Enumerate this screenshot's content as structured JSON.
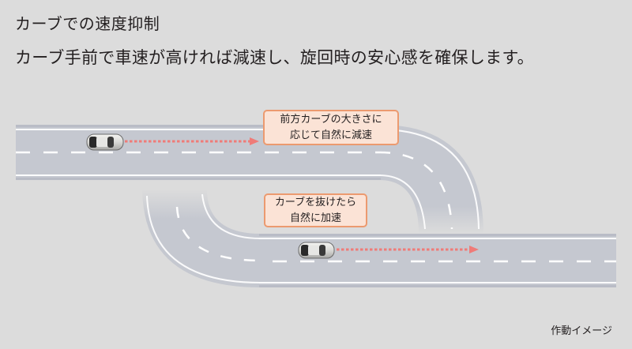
{
  "header": {
    "title": "カーブでの速度抑制",
    "subtitle": "カーブ手前で車速が高ければ減速し、旋回時の安心感を確保します。"
  },
  "diagram": {
    "callouts": [
      {
        "line1": "前方カーブの大きさに",
        "line2": "応じて自然に減速"
      },
      {
        "line1": "カーブを抜けたら",
        "line2": "自然に加速"
      }
    ],
    "icons": [
      "car-icon",
      "car-icon",
      "dotted-arrow-icon",
      "dotted-arrow-icon"
    ],
    "colors": {
      "background": "#dcdcdc",
      "road": "#c5c8d0",
      "road_edge": "#b7bbc5",
      "lane_line": "#ffffff",
      "arrow": "#ef7b78",
      "callout_fill": "#fbe3d6",
      "callout_border": "#ec9a6f"
    }
  },
  "footer": {
    "caption": "作動イメージ"
  }
}
